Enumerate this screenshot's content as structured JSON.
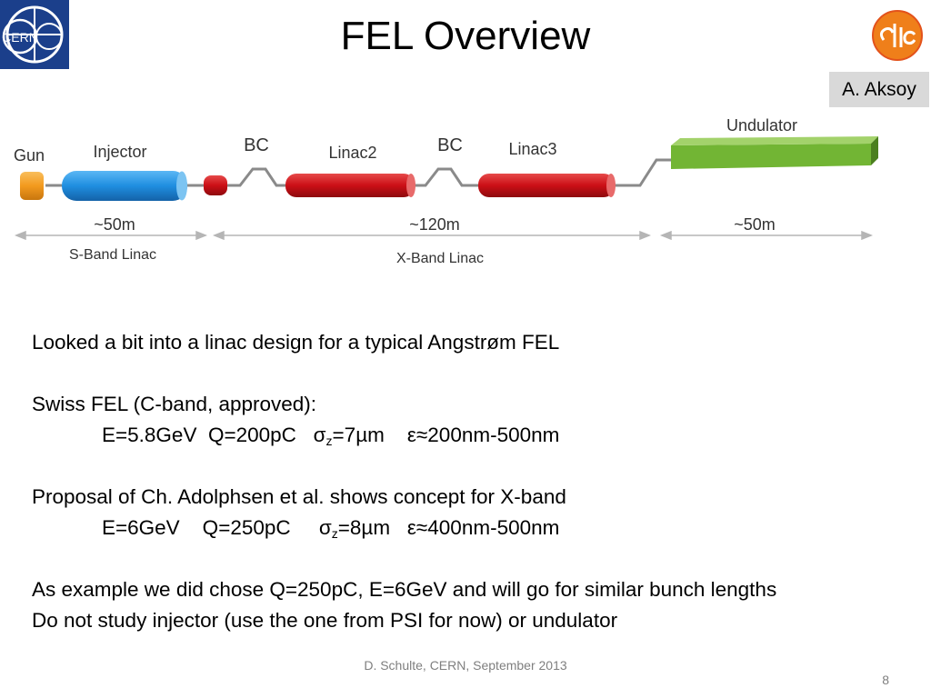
{
  "header": {
    "title": "FEL Overview",
    "author": "A. Aksoy",
    "logo_left_text": "CERN"
  },
  "diagram": {
    "labels": {
      "gun": "Gun",
      "injector": "Injector",
      "bc1": "BC",
      "linac2": "Linac2",
      "bc2": "BC",
      "linac3": "Linac3",
      "undulator": "Undulator"
    },
    "lengths": {
      "s_band": "~50m",
      "x_band": "~120m",
      "undulator": "~50m"
    },
    "sections": {
      "s_band": "S-Band Linac",
      "x_band": "X-Band Linac"
    },
    "colors": {
      "gun": "#f39a1e",
      "injector": "#1f8ee0",
      "linac": "#d0101a",
      "undulator": "#6aaa2e"
    }
  },
  "body": {
    "line1": "Looked a bit into a linac design for a typical Angstrøm FEL",
    "swiss_heading": "Swiss FEL (C-band, approved):",
    "swiss_e": "E=5.8GeV  Q=200pC   σ",
    "swiss_sub": "z",
    "swiss_rest": "=7µm    ε≈200nm-500nm",
    "proposal_heading": "Proposal of Ch. Adolphsen et al. shows concept for X-band",
    "proposal_e": "E=6GeV    Q=250pC     σ",
    "proposal_sub": "z",
    "proposal_rest": "=8µm   ε≈400nm-500nm",
    "example_line": "As example we did chose Q=250pC, E=6GeV and will go for similar bunch lengths",
    "injector_line": "Do not study injector (use the one from PSI for now) or undulator"
  },
  "footer": {
    "text": "D. Schulte, CERN, September 2013",
    "slide_number": "8"
  }
}
